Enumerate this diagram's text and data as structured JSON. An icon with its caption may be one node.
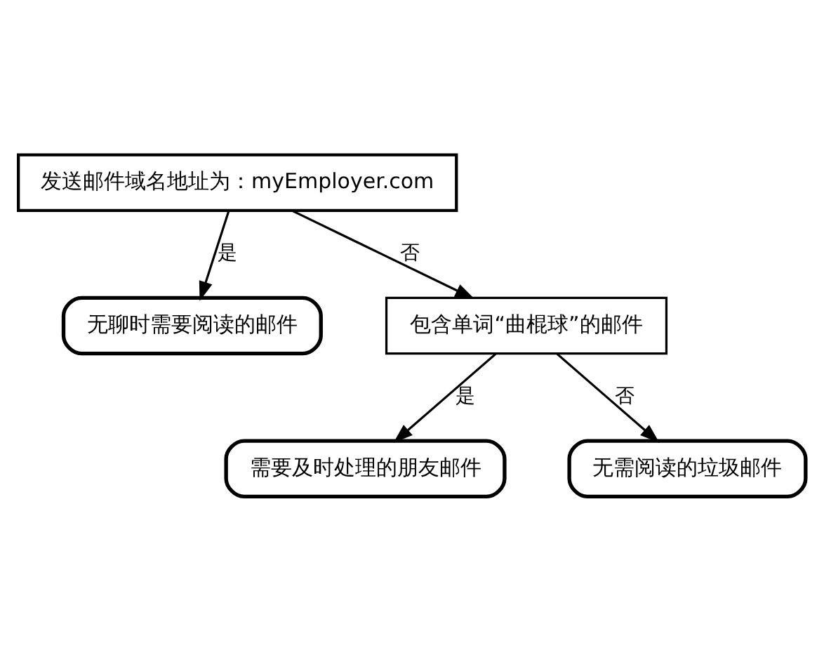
{
  "diagram": {
    "nodes": [
      {
        "text": [
          "发送邮件域名地址为：myEmployer.com"
        ]
      },
      {
        "text": [
          "无聊时需要阅读的邮件"
        ]
      },
      {
        "text": [
          "包含单词“曲棍球”的邮件"
        ]
      },
      {
        "text": [
          "需要及时处理的朋友邮件"
        ]
      },
      {
        "text": [
          "无需阅读的垃圾邮件"
        ]
      }
    ],
    "edges": [
      {
        "from": 0,
        "to": 1,
        "arrow": "to",
        "label": "是"
      },
      {
        "from": 0,
        "to": 2,
        "arrow": "to",
        "label": "否"
      },
      {
        "from": 2,
        "to": 3,
        "arrow": "to",
        "label": "是"
      },
      {
        "from": 2,
        "to": 4,
        "arrow": "to",
        "label": "否"
      }
    ]
  }
}
